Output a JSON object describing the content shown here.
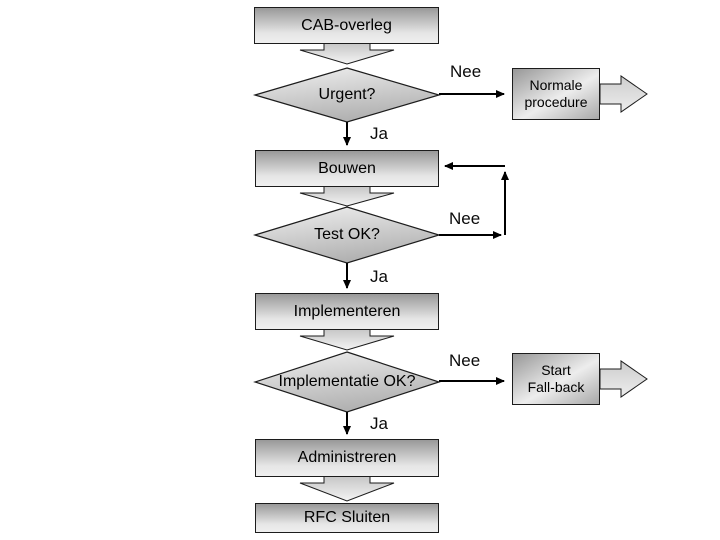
{
  "nodes": {
    "cab_overleg": {
      "type": "process",
      "label": "CAB-overleg"
    },
    "urgent": {
      "type": "decision",
      "label": "Urgent?"
    },
    "normale_procedure": {
      "type": "offpage",
      "label": "Normale\nprocedure"
    },
    "bouwen": {
      "type": "process",
      "label": "Bouwen"
    },
    "test_ok": {
      "type": "decision",
      "label": "Test OK?"
    },
    "implementeren": {
      "type": "process",
      "label": "Implementeren"
    },
    "implementatie_ok": {
      "type": "decision",
      "label": "Implementatie OK?"
    },
    "start_fallback": {
      "type": "offpage",
      "label": "Start\nFall-back"
    },
    "administreren": {
      "type": "process",
      "label": "Administreren"
    },
    "rfc_sluiten": {
      "type": "process",
      "label": "RFC Sluiten"
    }
  },
  "edge_labels": {
    "urgent_nee": "Nee",
    "urgent_ja": "Ja",
    "test_nee": "Nee",
    "test_ja": "Ja",
    "implementatie_nee": "Nee",
    "implementatie_ja": "Ja"
  },
  "colors": {
    "background": "#ffffff",
    "shape_border": "#1c1c1c",
    "gradient_dark": "#999999",
    "gradient_light": "#efefef",
    "connector": "#000000",
    "text": "#000000"
  }
}
